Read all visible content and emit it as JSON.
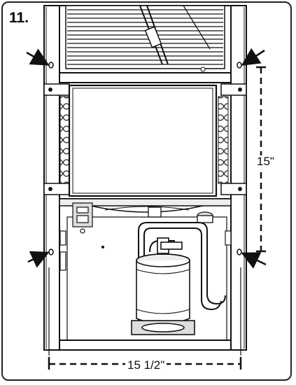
{
  "figure": {
    "step_number": "11.",
    "dimensions": {
      "height_label": "15\"",
      "width_label": "15 1/2\""
    },
    "colors": {
      "line": "#111111",
      "shade": "#d9d9d9",
      "light_shade": "#eeeeee",
      "background": "#ffffff"
    },
    "callouts": [
      "arrow-icon",
      "arrow-icon",
      "arrow-icon",
      "arrow-icon"
    ]
  }
}
